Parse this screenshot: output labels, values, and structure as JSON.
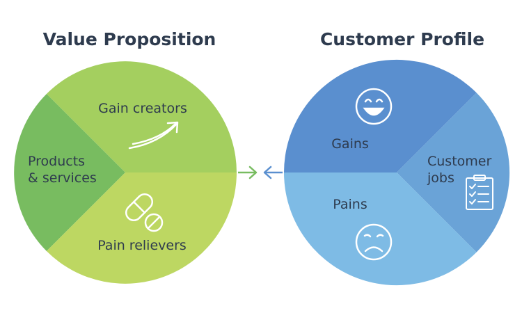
{
  "left": {
    "title": "Value Proposition",
    "gain_creators": "Gain creators",
    "products_line1": "Products",
    "products_line2": "& services",
    "pain_relievers": "Pain relievers"
  },
  "right": {
    "title": "Customer Profile",
    "gains": "Gains",
    "customer_line1": "Customer",
    "customer_line2": "jobs",
    "pains": "Pains"
  },
  "colors": {
    "gain_creators": "#a4cf5f",
    "products": "#78bc60",
    "pain_relievers": "#bdd762",
    "gains": "#5a8fcf",
    "customer_jobs": "#6aa3d7",
    "pains": "#7ebbe5",
    "text": "#2e3b4e",
    "arrow_green": "#78bc60",
    "arrow_blue": "#5a8fcf"
  },
  "icons": {
    "gain_creators": "rising-arrow-icon",
    "pain_relievers": "pill-icon",
    "gains": "smile-face-icon",
    "customer_jobs": "clipboard-checklist-icon",
    "pains": "sad-face-icon"
  }
}
